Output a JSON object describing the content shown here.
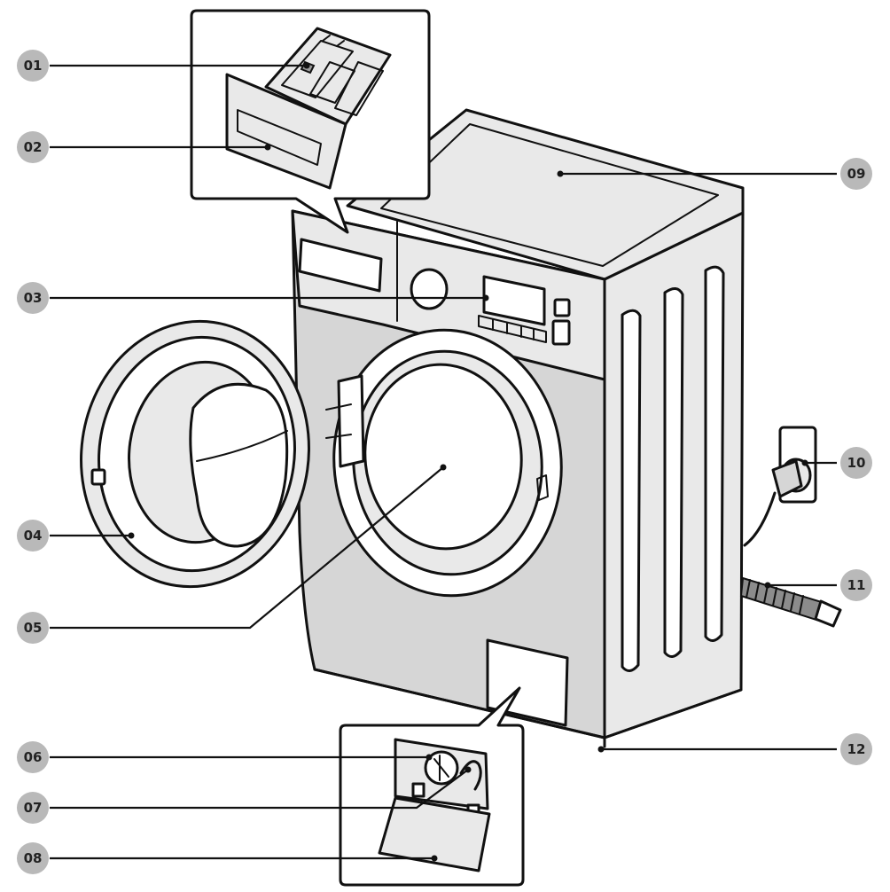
{
  "callouts": [
    {
      "id": "01"
    },
    {
      "id": "02"
    },
    {
      "id": "03"
    },
    {
      "id": "04"
    },
    {
      "id": "05"
    },
    {
      "id": "06"
    },
    {
      "id": "07"
    },
    {
      "id": "08"
    },
    {
      "id": "09"
    },
    {
      "id": "10"
    },
    {
      "id": "11"
    },
    {
      "id": "12"
    }
  ],
  "colors": {
    "badge": "#b9b9b9",
    "line": "#111111",
    "body": "#d6d6d6"
  }
}
